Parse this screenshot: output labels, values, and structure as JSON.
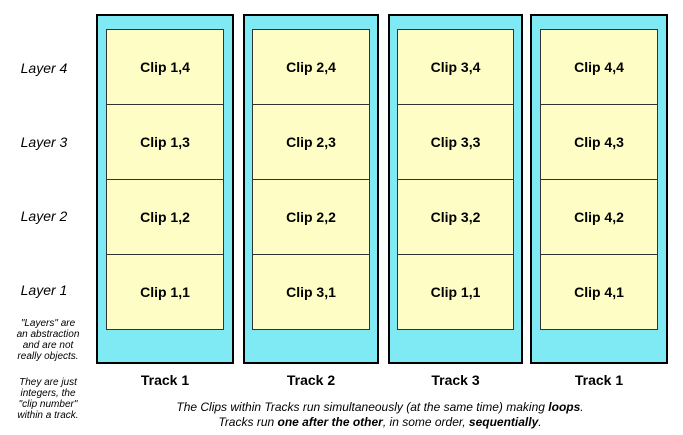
{
  "layers": [
    "Layer 4",
    "Layer 3",
    "Layer 2",
    "Layer 1"
  ],
  "tracks": [
    {
      "label": "Track 1",
      "clips": [
        "Clip 1,4",
        "Clip 1,3",
        "Clip 1,2",
        "Clip 1,1"
      ]
    },
    {
      "label": "Track 2",
      "clips": [
        "Clip 2,4",
        "Clip 2,3",
        "Clip 2,2",
        "Clip 3,1"
      ]
    },
    {
      "label": "Track 3",
      "clips": [
        "Clip 3,4",
        "Clip 3,3",
        "Clip 3,2",
        "Clip 1,1"
      ]
    },
    {
      "label": "Track 1",
      "clips": [
        "Clip 4,4",
        "Clip 4,3",
        "Clip 4,2",
        "Clip 4,1"
      ]
    }
  ],
  "notes": {
    "note1": [
      "\"Layers\" are",
      "an abstraction",
      "and are not",
      "really objects."
    ],
    "note2": [
      "They are just",
      "integers, the",
      "\"clip number\"",
      "within a track."
    ]
  },
  "caption": {
    "line1_part1": "The Clips within Tracks run simultaneously (at the same time) making ",
    "line1_bold": "loops",
    "line1_part2": ".",
    "line2_part1": "Tracks run ",
    "line2_bold1": "one after the other",
    "line2_part2": ", in some order, ",
    "line2_bold2": "sequentially",
    "line2_part3": "."
  },
  "colors": {
    "track_fill": "#80eaf4",
    "clip_fill": "#fefdc6",
    "border": "#000000"
  }
}
